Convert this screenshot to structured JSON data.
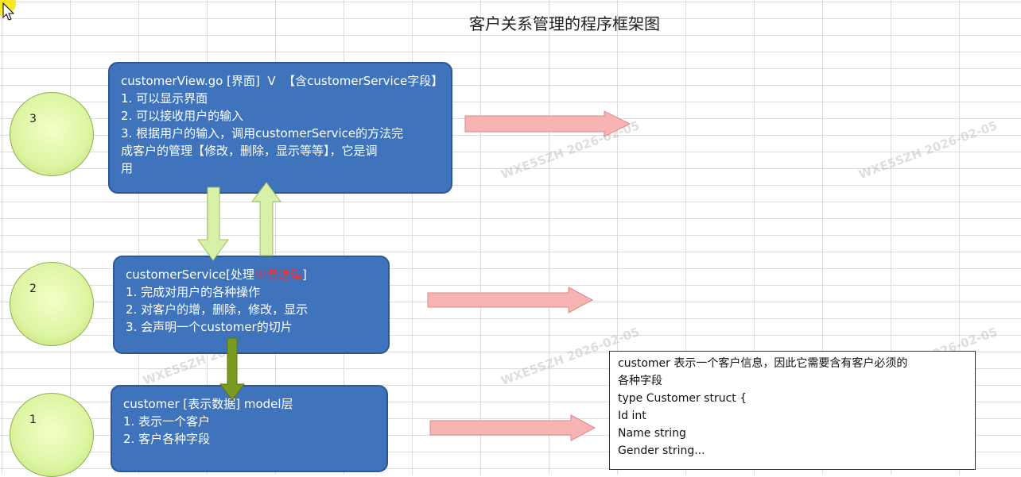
{
  "title": "客户关系管理的程序框架图",
  "layers": [
    {
      "number": "3",
      "header_pre": "customerView.go [界面]  V  【含customerService字段】",
      "header_red": "",
      "header_post": "",
      "lines": [
        "1. 可以显示界面",
        "2. 可以接收用户的输入",
        "3. 根据用户的输入，调用customerService的方法完",
        "成客户的管理【修改，删除，显示等等】，它是调",
        "用"
      ]
    },
    {
      "number": "2",
      "header_pre": "customerService[处理",
      "header_red": "业务逻辑",
      "header_post": "]",
      "lines": [
        "1. 完成对用户的各种操作",
        "2. 对客户的增，删除，修改，显示",
        "3. 会声明一个customer的切片"
      ]
    },
    {
      "number": "1",
      "header_pre": "customer [表示数据] model层",
      "header_red": "",
      "header_post": "",
      "lines": [
        "1. 表示一个客户",
        "2. 客户各种字段"
      ]
    }
  ],
  "note": {
    "lines": [
      "customer 表示一个客户信息，因此它需要含有客户必须的",
      "各种字段",
      "type  Customer struct {",
      "Id int",
      "Name string",
      "Gender string..."
    ]
  },
  "watermark": "WXE5SZH  2026-02-05",
  "colors": {
    "box_fill": "#3f74bd",
    "circle_fill": "#dcf5a2",
    "right_arrow": "#f8b3b3",
    "flow_arrow": "#d8f0a8",
    "dark_arrow": "#7a9a20",
    "highlight": "#ff2a2a"
  }
}
